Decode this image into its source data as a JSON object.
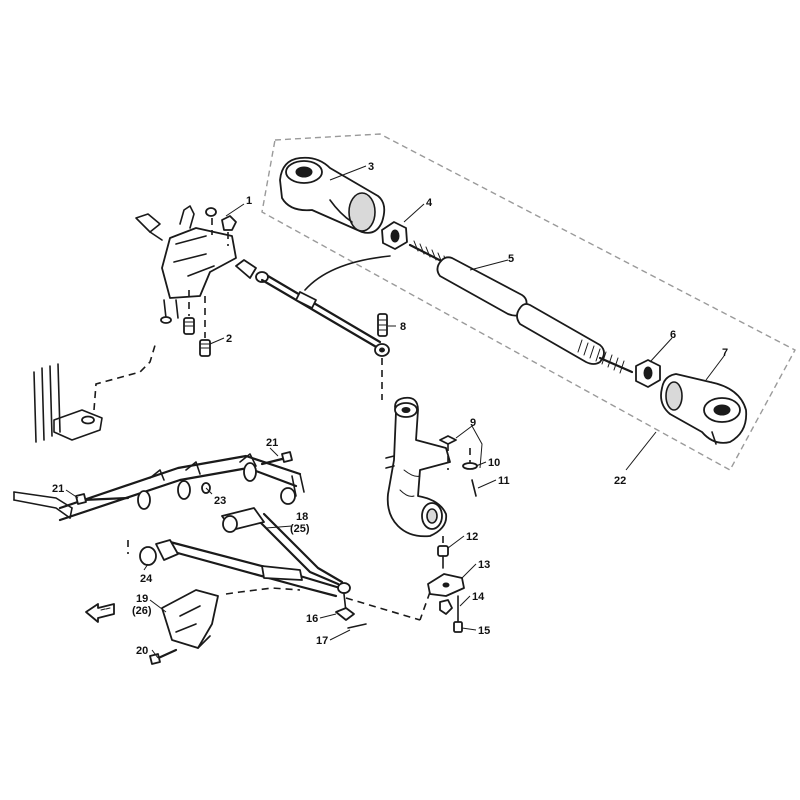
{
  "labels": {
    "p1": "1",
    "p2": "2",
    "p3": "3",
    "p4": "4",
    "p5": "5",
    "p6": "6",
    "p7": "7",
    "p8": "8",
    "p9": "9",
    "p10": "10",
    "p11": "11",
    "p12": "12",
    "p13": "13",
    "p14": "14",
    "p15": "15",
    "p16": "16",
    "p17": "17",
    "p18": "18",
    "p18b": "(25)",
    "p19": "19",
    "p19b": "(26)",
    "p20": "20",
    "p21a": "21",
    "p21b": "21",
    "p22": "22",
    "p23": "23",
    "p24": "24"
  },
  "icons": {
    "front": "front-direction-arrow-icon"
  },
  "colors": {
    "ink": "#1a1a1a",
    "panel": "#9a9a9a",
    "background": "#ffffff"
  }
}
